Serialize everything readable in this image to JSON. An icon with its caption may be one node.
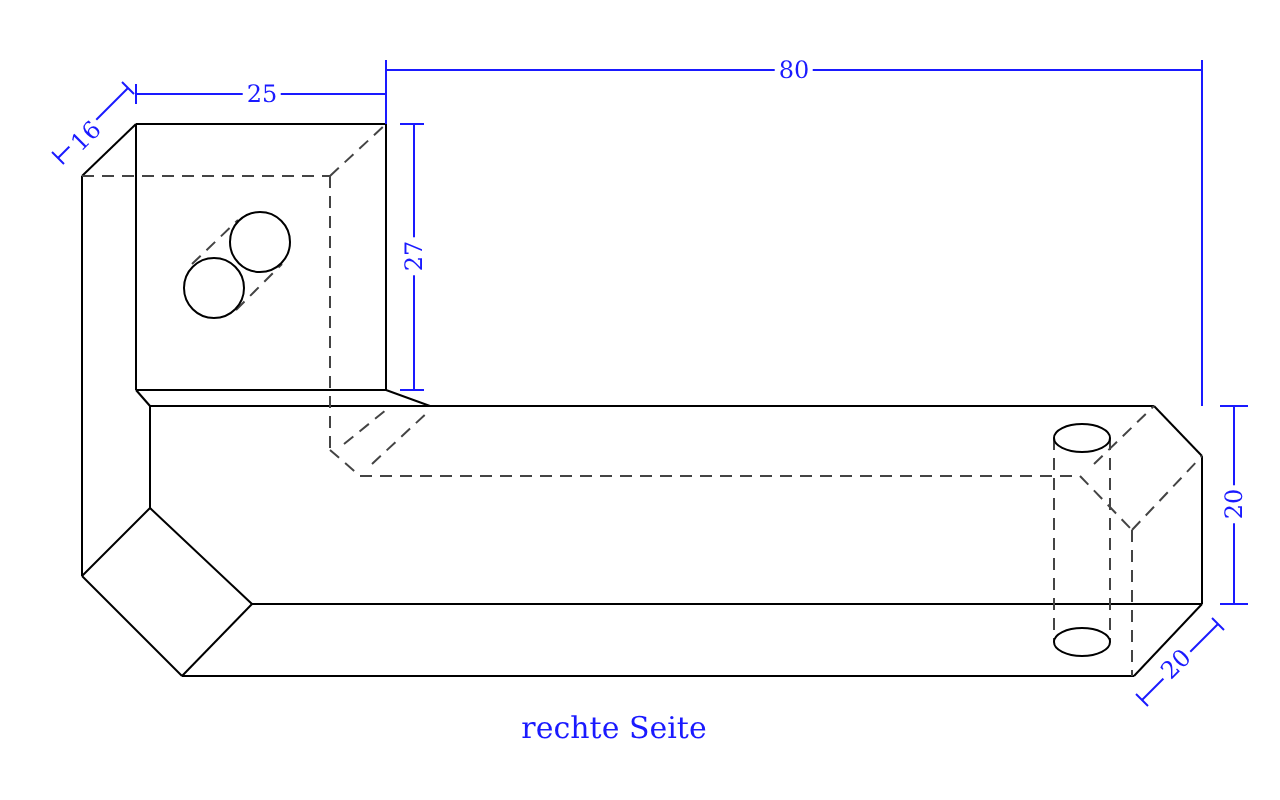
{
  "diagram": {
    "caption": "rechte Seite",
    "labels": [
      "80",
      "16",
      "25",
      "27",
      "20",
      "20"
    ]
  }
}
